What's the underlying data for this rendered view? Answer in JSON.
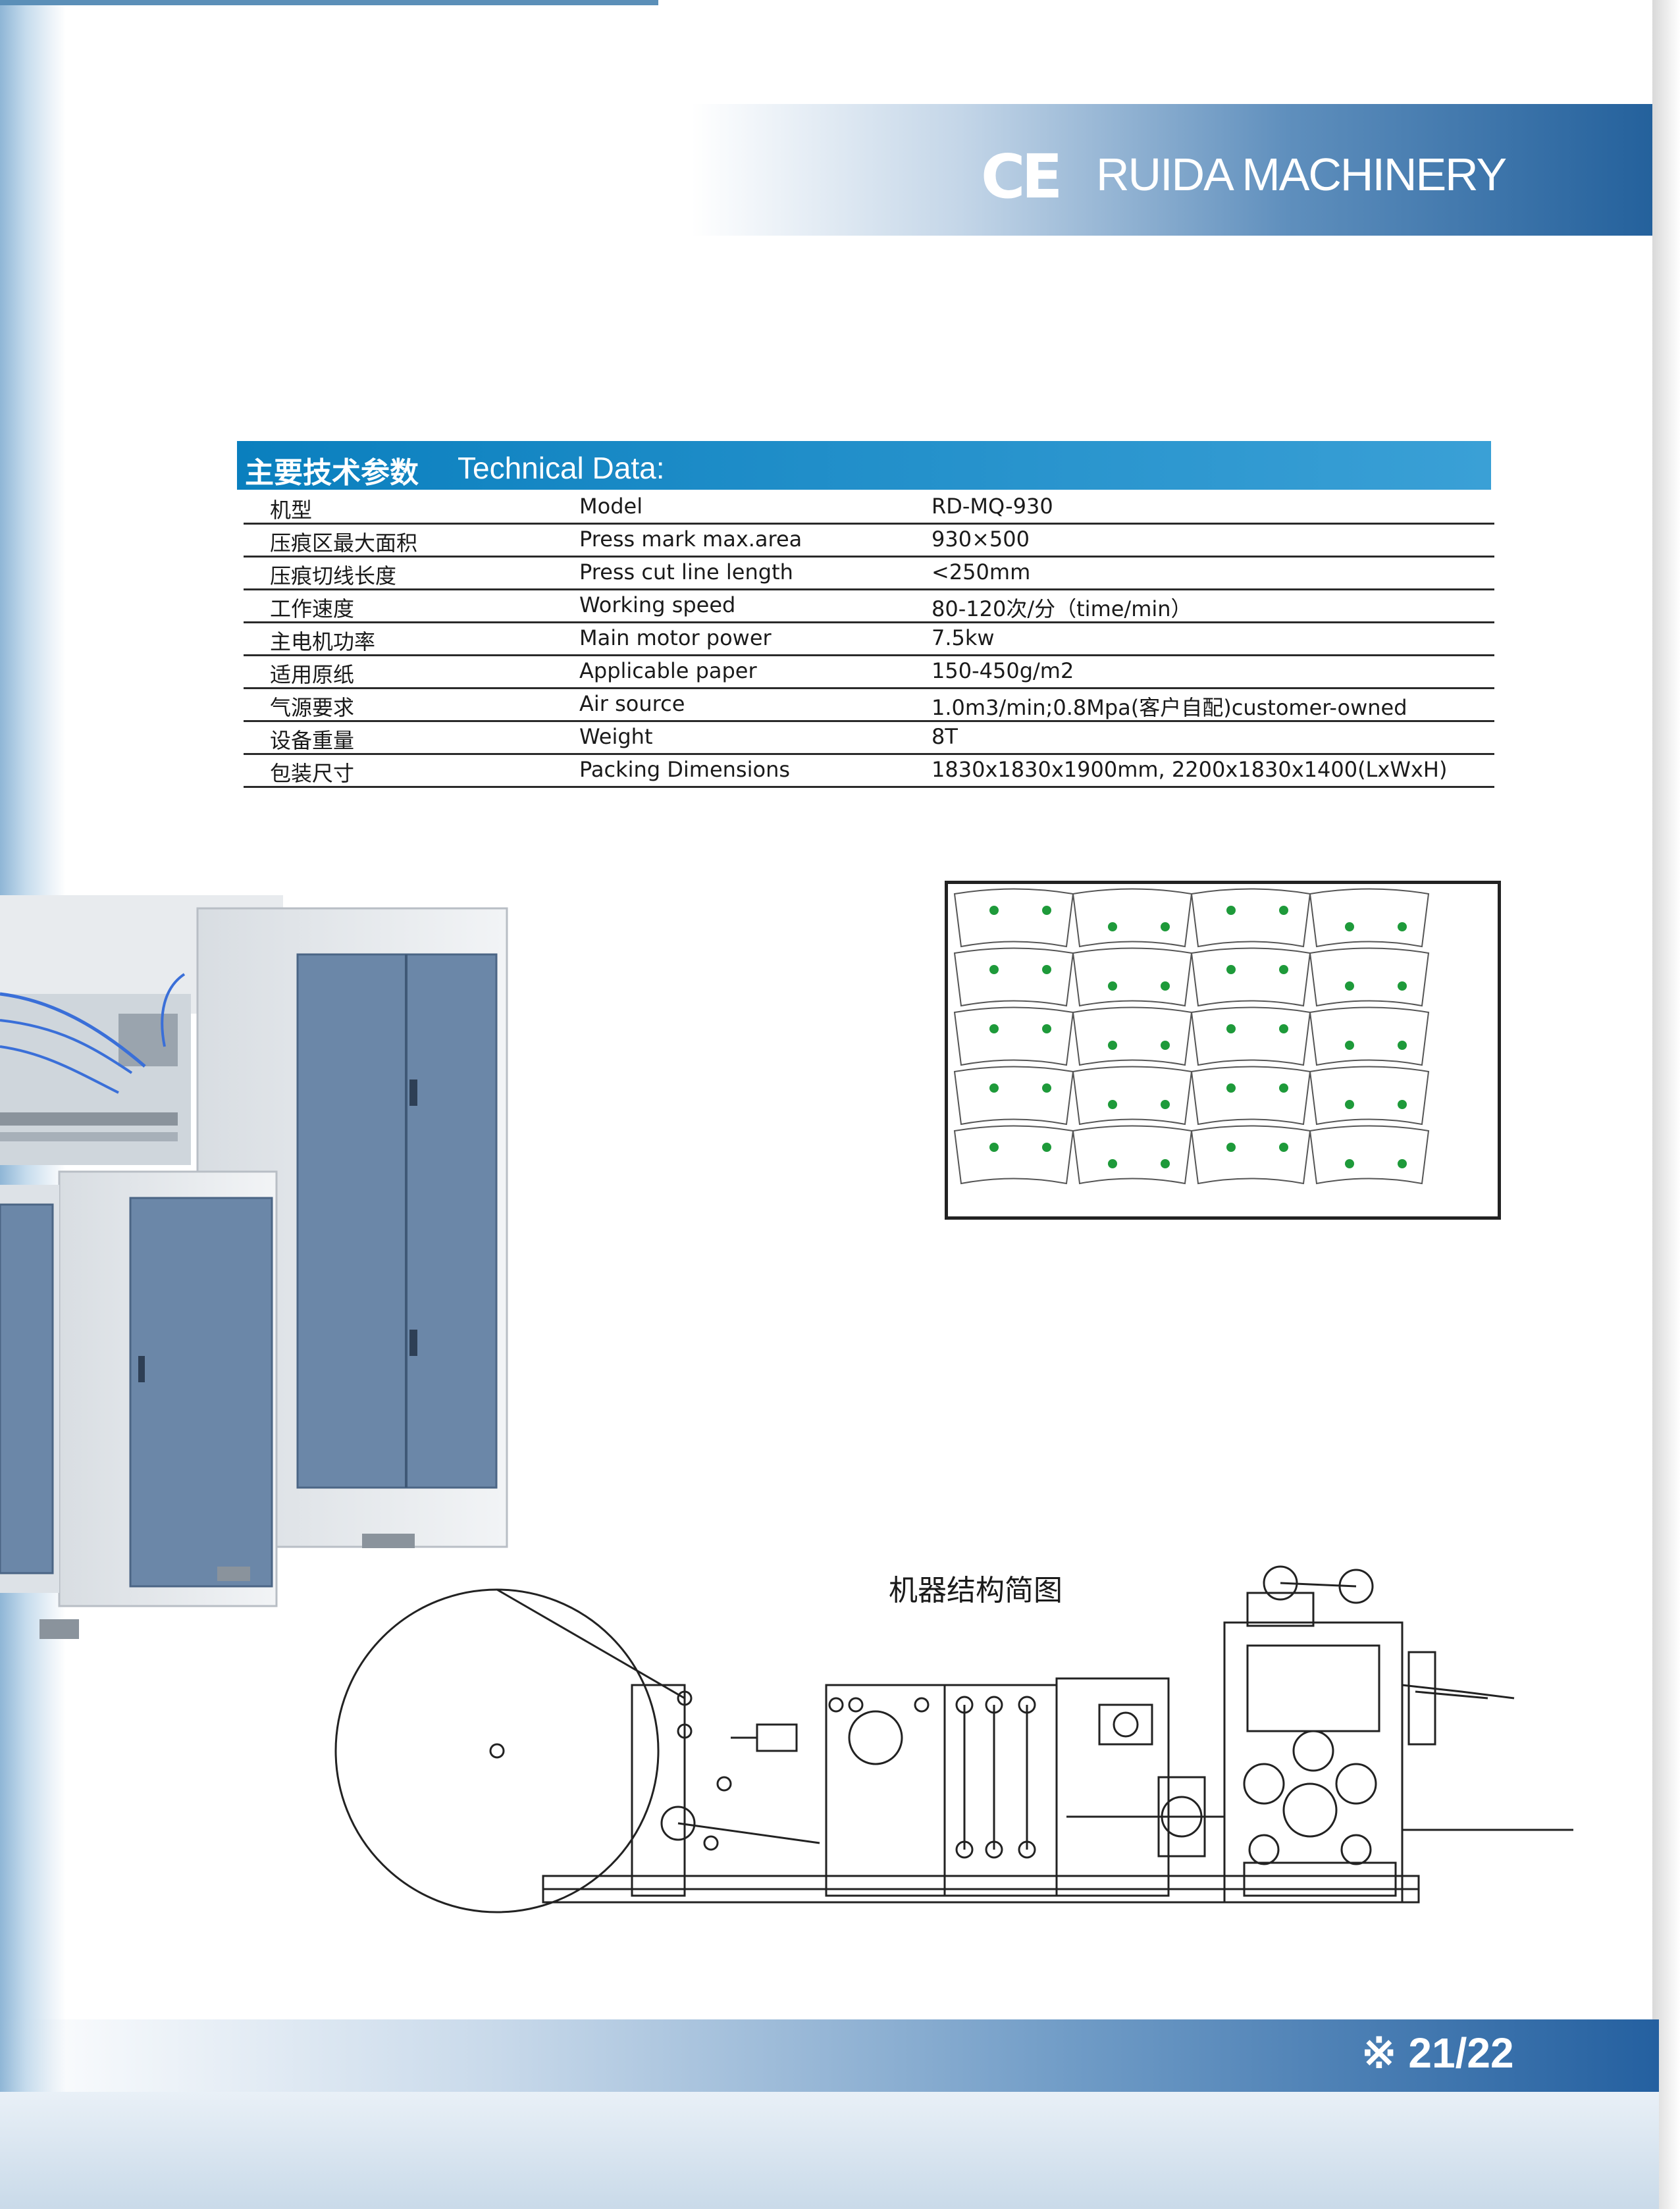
{
  "header": {
    "ce_mark": "CE",
    "brand": "RUIDA MACHINERY"
  },
  "technical_data": {
    "title_cn": "主要技术参数",
    "title_en": "Technical Data:",
    "rows": [
      {
        "cn": "机型",
        "en": "Model",
        "value": "RD-MQ-930"
      },
      {
        "cn": "压痕区最大面积",
        "en": "Press mark max.area",
        "value": "930×500"
      },
      {
        "cn": "压痕切线长度",
        "en": "Press cut line length",
        "value": "<250mm"
      },
      {
        "cn": "工作速度",
        "en": "Working speed",
        "value": "80-120次/分（time/min）"
      },
      {
        "cn": "主电机功率",
        "en": "Main motor power",
        "value": "7.5kw"
      },
      {
        "cn": "适用原纸",
        "en": "Applicable paper",
        "value": "150-450g/m2"
      },
      {
        "cn": "气源要求",
        "en": "Air source",
        "value": "1.0m3/min;0.8Mpa(客户自配)customer-owned"
      },
      {
        "cn": "设备重量",
        "en": "Weight",
        "value": "8T"
      },
      {
        "cn": "包装尺寸",
        "en": "Packing Dimensions",
        "value": "1830x1830x1900mm, 2200x1830x1400(LxWxH)"
      }
    ]
  },
  "diagram": {
    "title": "机器结构简图"
  },
  "footer": {
    "page": "※ 21/22"
  },
  "colors": {
    "brand_blue": "#24619c",
    "table_header_blue": "#0a7fbe",
    "cabinet_blue": "#6b87a8",
    "cup_green": "#1e9a3a"
  }
}
